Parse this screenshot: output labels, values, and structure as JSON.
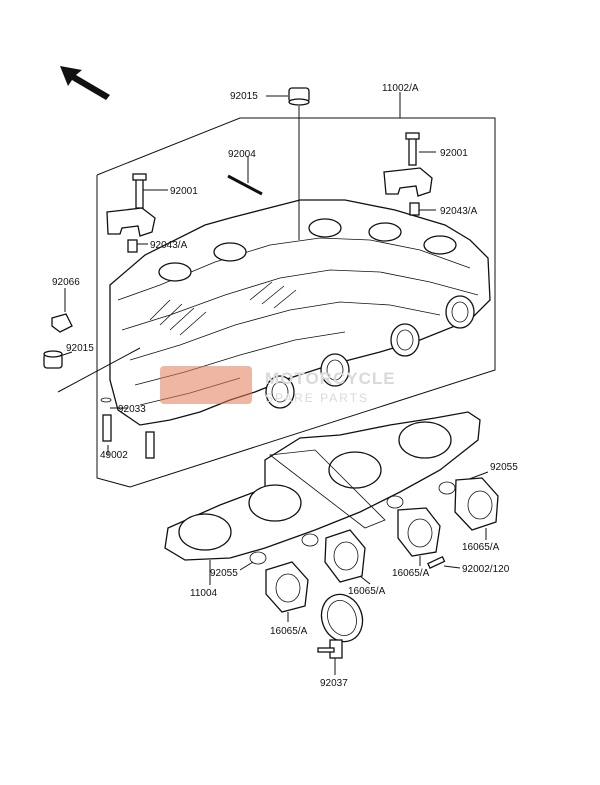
{
  "diagram": {
    "labels": {
      "l92015_top": "92015",
      "l11002A": "11002/A",
      "l92004": "92004",
      "l92001_r": "92001",
      "l92001_l": "92001",
      "l92043A_r": "92043/A",
      "l92043A_l": "92043/A",
      "l92066": "92066",
      "l92015_l": "92015",
      "l92033": "92033",
      "l49002": "49002",
      "l92055_r": "92055",
      "l16065A_r": "16065/A",
      "l16065A_m": "16065/A",
      "l92002_120": "92002/120",
      "l92055_l": "92055",
      "l11004": "11004",
      "l16065A_c": "16065/A",
      "l16065A_b": "16065/A",
      "l92037": "92037"
    },
    "watermark": {
      "line1": "MOTORCYCLE",
      "line2": "SPARE PARTS"
    },
    "colors": {
      "ink": "#111111",
      "watermark_badge": "#e27a5a"
    }
  }
}
